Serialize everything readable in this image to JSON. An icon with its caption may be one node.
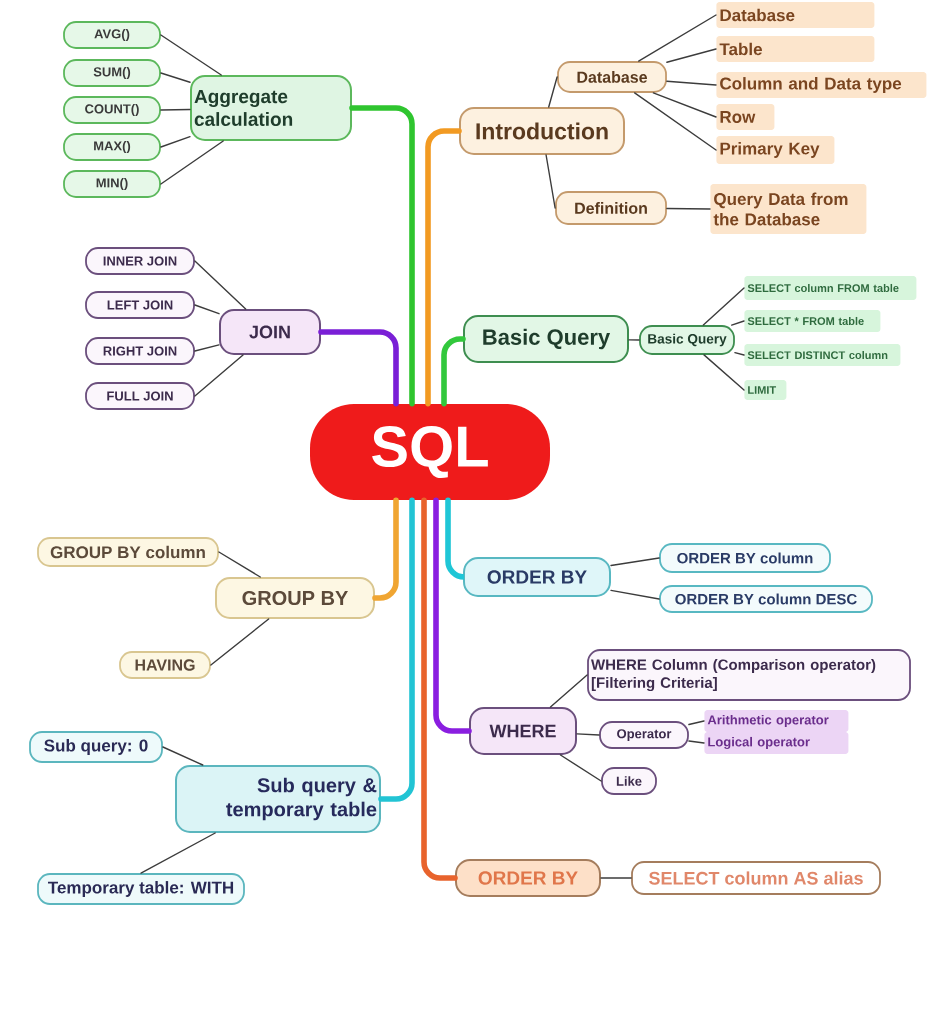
{
  "diagram": {
    "nodes": [
      {
        "text": [
          "Aggregate calculation"
        ]
      },
      {
        "text": [
          "AVG()"
        ]
      },
      {
        "text": [
          "SUM()"
        ]
      },
      {
        "text": [
          "COUNT()"
        ]
      },
      {
        "text": [
          "MAX()"
        ]
      },
      {
        "text": [
          "MIN()"
        ]
      },
      {
        "text": [
          "Introduction"
        ]
      },
      {
        "text": [
          "Database"
        ]
      },
      {
        "text": [
          "Database"
        ]
      },
      {
        "text": [
          "Table"
        ]
      },
      {
        "text": [
          "Column and Data type"
        ]
      },
      {
        "text": [
          "Row"
        ]
      },
      {
        "text": [
          "Primary Key"
        ]
      },
      {
        "text": [
          "Definition"
        ]
      },
      {
        "text": [
          "Query Data from the Database"
        ]
      },
      {
        "text": [
          "JOIN"
        ]
      },
      {
        "text": [
          "INNER JOIN"
        ]
      },
      {
        "text": [
          "LEFT JOIN"
        ]
      },
      {
        "text": [
          "RIGHT JOIN"
        ]
      },
      {
        "text": [
          "FULL JOIN"
        ]
      },
      {
        "text": [
          "Basic Query"
        ]
      },
      {
        "text": [
          "Basic Query"
        ]
      },
      {
        "text": [
          "SELECT column FROM table"
        ]
      },
      {
        "text": [
          "SELECT * FROM table"
        ]
      },
      {
        "text": [
          "SELECT DISTINCT column"
        ]
      },
      {
        "text": [
          "LIMIT"
        ]
      },
      {
        "text": [
          "SQL"
        ]
      },
      {
        "text": [
          "GROUP BY"
        ]
      },
      {
        "text": [
          "GROUP BY column"
        ]
      },
      {
        "text": [
          "HAVING"
        ]
      },
      {
        "text": [
          "ORDER BY"
        ]
      },
      {
        "text": [
          "ORDER BY column"
        ]
      },
      {
        "text": [
          "ORDER BY column DESC"
        ]
      },
      {
        "text": [
          "WHERE"
        ]
      },
      {
        "text": [
          "WHERE Column (Comparison operator) [Filtering Criteria]"
        ]
      },
      {
        "text": [
          "Operator"
        ]
      },
      {
        "text": [
          "Arithmetic operator"
        ]
      },
      {
        "text": [
          "Logical operator"
        ]
      },
      {
        "text": [
          "Like"
        ]
      },
      {
        "text": [
          "Sub query & temporary table"
        ]
      },
      {
        "text": [
          "Sub query: 0"
        ]
      },
      {
        "text": [
          "Temporary table: WITH"
        ]
      },
      {
        "text": [
          "ORDER BY"
        ]
      },
      {
        "text": [
          "SELECT column AS alias"
        ]
      }
    ],
    "edges": [
      {
        "from": 26,
        "to": 0,
        "arrow": "none",
        "style": "thick",
        "color": "#2fc52f"
      },
      {
        "from": 26,
        "to": 6,
        "arrow": "none",
        "style": "thick",
        "color": "#f29a22"
      },
      {
        "from": 26,
        "to": 15,
        "arrow": "none",
        "style": "thick",
        "color": "#7a1fd6"
      },
      {
        "from": 26,
        "to": 20,
        "arrow": "none",
        "style": "thick",
        "color": "#32c83c"
      },
      {
        "from": 26,
        "to": 27,
        "arrow": "none",
        "style": "thick",
        "color": "#f0a532"
      },
      {
        "from": 26,
        "to": 30,
        "arrow": "none",
        "style": "thick",
        "color": "#1fc6d6"
      },
      {
        "from": 26,
        "to": 33,
        "arrow": "none",
        "style": "thick",
        "color": "#8a1ee0"
      },
      {
        "from": 26,
        "to": 39,
        "arrow": "none",
        "style": "thick",
        "color": "#22c4d4"
      },
      {
        "from": 26,
        "to": 42,
        "arrow": "none",
        "style": "thick",
        "color": "#e8632c"
      },
      {
        "from": 0,
        "to": 1,
        "arrow": "none"
      },
      {
        "from": 0,
        "to": 2,
        "arrow": "none"
      },
      {
        "from": 0,
        "to": 3,
        "arrow": "none"
      },
      {
        "from": 0,
        "to": 4,
        "arrow": "none"
      },
      {
        "from": 0,
        "to": 5,
        "arrow": "none"
      },
      {
        "from": 6,
        "to": 7,
        "arrow": "none"
      },
      {
        "from": 6,
        "to": 13,
        "arrow": "none"
      },
      {
        "from": 7,
        "to": 8,
        "arrow": "none"
      },
      {
        "from": 7,
        "to": 9,
        "arrow": "none"
      },
      {
        "from": 7,
        "to": 10,
        "arrow": "none"
      },
      {
        "from": 7,
        "to": 11,
        "arrow": "none"
      },
      {
        "from": 7,
        "to": 12,
        "arrow": "none"
      },
      {
        "from": 13,
        "to": 14,
        "arrow": "none"
      },
      {
        "from": 15,
        "to": 16,
        "arrow": "none"
      },
      {
        "from": 15,
        "to": 17,
        "arrow": "none"
      },
      {
        "from": 15,
        "to": 18,
        "arrow": "none"
      },
      {
        "from": 15,
        "to": 19,
        "arrow": "none"
      },
      {
        "from": 20,
        "to": 21,
        "arrow": "none"
      },
      {
        "from": 21,
        "to": 22,
        "arrow": "none"
      },
      {
        "from": 21,
        "to": 23,
        "arrow": "none"
      },
      {
        "from": 21,
        "to": 24,
        "arrow": "none"
      },
      {
        "from": 21,
        "to": 25,
        "arrow": "none"
      },
      {
        "from": 27,
        "to": 28,
        "arrow": "none"
      },
      {
        "from": 27,
        "to": 29,
        "arrow": "none"
      },
      {
        "from": 30,
        "to": 31,
        "arrow": "none"
      },
      {
        "from": 30,
        "to": 32,
        "arrow": "none"
      },
      {
        "from": 33,
        "to": 34,
        "arrow": "none"
      },
      {
        "from": 33,
        "to": 35,
        "arrow": "none"
      },
      {
        "from": 33,
        "to": 38,
        "arrow": "none"
      },
      {
        "from": 35,
        "to": 36,
        "arrow": "none"
      },
      {
        "from": 35,
        "to": 37,
        "arrow": "none"
      },
      {
        "from": 39,
        "to": 40,
        "arrow": "none"
      },
      {
        "from": 39,
        "to": 41,
        "arrow": "none"
      },
      {
        "from": 42,
        "to": 43,
        "arrow": "none"
      }
    ]
  }
}
